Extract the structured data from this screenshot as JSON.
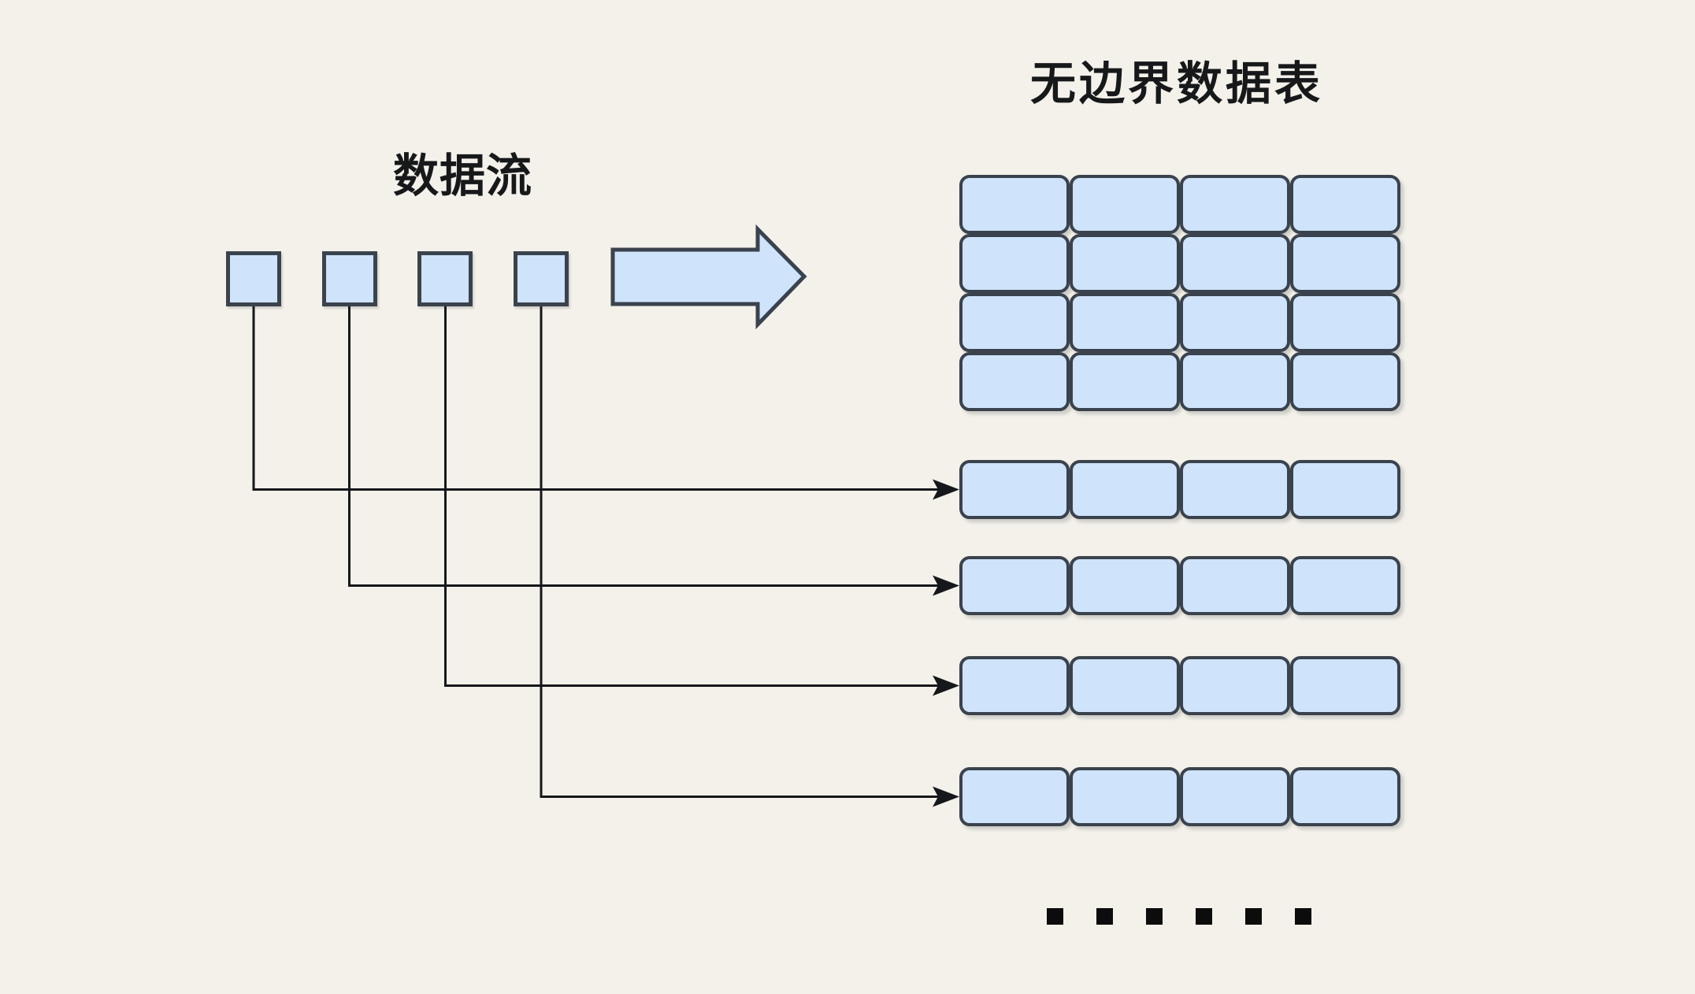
{
  "titles": {
    "stream": "数据流",
    "table": "无边界数据表"
  },
  "colors": {
    "page_bg": "#f3f1ea",
    "cell_fill": "#cfe3fb",
    "cell_border": "#3a424d",
    "connector": "#15171a",
    "title_text": "#17181a",
    "dot": "#0c0c0c"
  },
  "stream": {
    "item_count": 4
  },
  "table": {
    "grid_rows": 4,
    "grid_cols": 4,
    "partition_rows": 4,
    "partition_cols": 4
  },
  "connectors": {
    "count": 4
  },
  "ellipsis": {
    "dot_count": 6
  },
  "icons": {
    "flow_arrow": "right-arrow-icon",
    "connector_arrowhead": "right-arrowhead-icon"
  }
}
